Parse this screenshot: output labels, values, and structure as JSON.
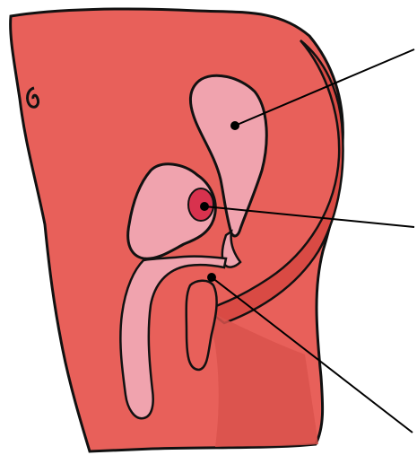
{
  "diagram": {
    "leader_lines": [
      "upper-organ-pointer",
      "middle-organ-pointer",
      "lower-organ-pointer"
    ],
    "colors": {
      "background": "#ffffff",
      "body_fill": "#E8605A",
      "body_shade": "#D94A44",
      "organ_fill": "#F0A3AE",
      "organ_highlight": "#D8324E",
      "outline": "#111111",
      "leader_line": "#000000"
    }
  }
}
